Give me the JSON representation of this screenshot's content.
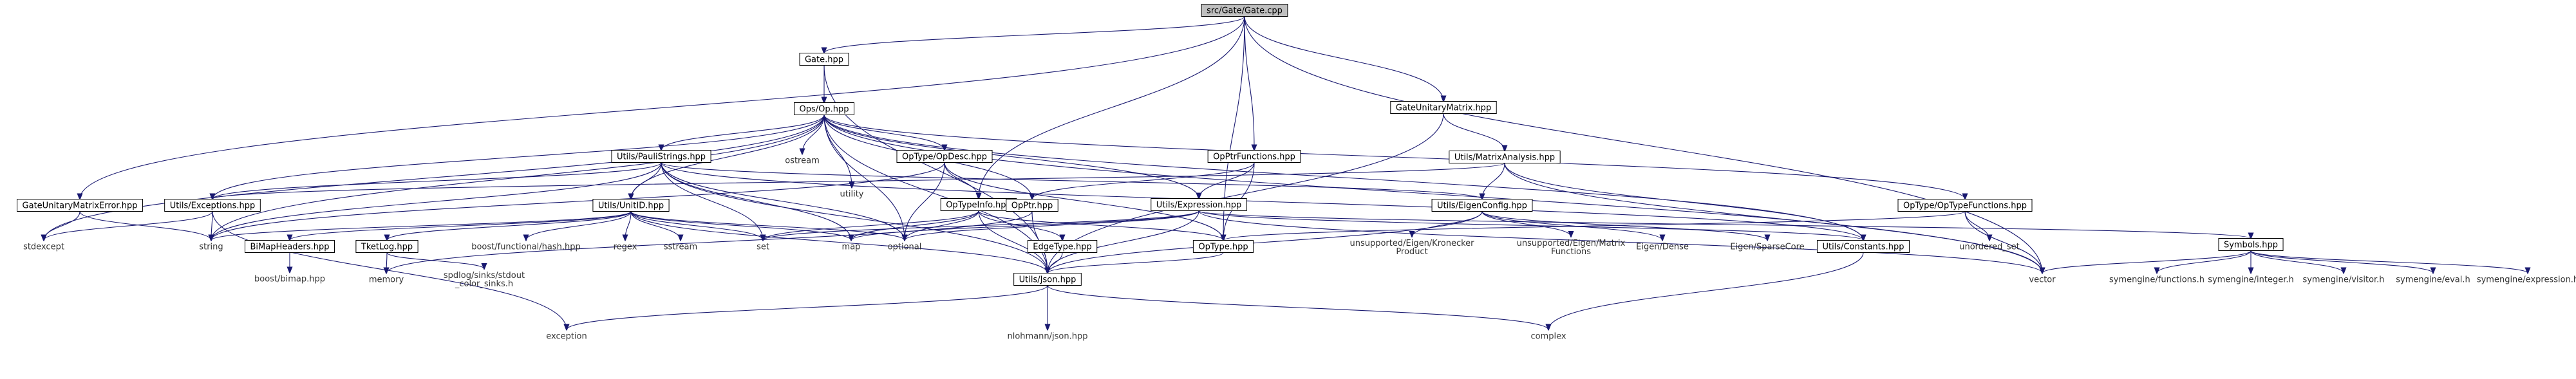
{
  "colors": {
    "edge": "#191970",
    "root_fill": "#bfbfbf",
    "error_stroke": "#ff0000"
  },
  "nodes": [
    {
      "id": "gate_cpp",
      "lines": [
        "src/Gate/Gate.cpp"
      ],
      "kind": "root"
    },
    {
      "id": "gate_hpp",
      "lines": [
        "Gate.hpp"
      ],
      "kind": "box"
    },
    {
      "id": "gate_unitary_matrix",
      "lines": [
        "GateUnitaryMatrix.hpp"
      ],
      "kind": "box"
    },
    {
      "id": "op_hpp",
      "lines": [
        "Ops/Op.hpp"
      ],
      "kind": "box"
    },
    {
      "id": "opptr_functions",
      "lines": [
        "OpPtrFunctions.hpp"
      ],
      "kind": "box"
    },
    {
      "id": "matrix_analysis",
      "lines": [
        "Utils/MatrixAnalysis.hpp"
      ],
      "kind": "box"
    },
    {
      "id": "gate_unitary_matrix_error",
      "lines": [
        "GateUnitaryMatrixError.hpp"
      ],
      "kind": "box"
    },
    {
      "id": "utils_exceptions",
      "lines": [
        "Utils/Exceptions.hpp"
      ],
      "kind": "box"
    },
    {
      "id": "pauli_strings",
      "lines": [
        "Utils/PauliStrings.hpp"
      ],
      "kind": "box"
    },
    {
      "id": "unit_id",
      "lines": [
        "Utils/UnitID.hpp"
      ],
      "kind": "box"
    },
    {
      "id": "ostream",
      "lines": [
        "ostream"
      ],
      "kind": "lib"
    },
    {
      "id": "utility",
      "lines": [
        "utility"
      ],
      "kind": "lib"
    },
    {
      "id": "op_desc",
      "lines": [
        "OpType/OpDesc.hpp"
      ],
      "kind": "box"
    },
    {
      "id": "op_type_info",
      "lines": [
        "OpTypeInfo.hpp"
      ],
      "kind": "box"
    },
    {
      "id": "op_ptr",
      "lines": [
        "OpPtr.hpp"
      ],
      "kind": "box"
    },
    {
      "id": "utils_expression",
      "lines": [
        "Utils/Expression.hpp"
      ],
      "kind": "box"
    },
    {
      "id": "eigen_config",
      "lines": [
        "Utils/EigenConfig.hpp"
      ],
      "kind": "box"
    },
    {
      "id": "op_type_functions",
      "lines": [
        "OpType/OpTypeFunctions.hpp"
      ],
      "kind": "box"
    },
    {
      "id": "stdexcept",
      "lines": [
        "stdexcept"
      ],
      "kind": "lib"
    },
    {
      "id": "string",
      "lines": [
        "string"
      ],
      "kind": "lib"
    },
    {
      "id": "bimap_headers",
      "lines": [
        "BiMapHeaders.hpp"
      ],
      "kind": "box"
    },
    {
      "id": "tket_log",
      "lines": [
        "TketLog.hpp"
      ],
      "kind": "error"
    },
    {
      "id": "boost_hash",
      "lines": [
        "boost/functional/hash.hpp"
      ],
      "kind": "lib"
    },
    {
      "id": "regex",
      "lines": [
        "regex"
      ],
      "kind": "lib"
    },
    {
      "id": "sstream",
      "lines": [
        "sstream"
      ],
      "kind": "lib"
    },
    {
      "id": "set",
      "lines": [
        "set"
      ],
      "kind": "lib"
    },
    {
      "id": "map",
      "lines": [
        "map"
      ],
      "kind": "lib"
    },
    {
      "id": "optional",
      "lines": [
        "optional"
      ],
      "kind": "lib"
    },
    {
      "id": "edge_type",
      "lines": [
        "EdgeType.hpp"
      ],
      "kind": "box"
    },
    {
      "id": "op_type",
      "lines": [
        "OpType.hpp"
      ],
      "kind": "box"
    },
    {
      "id": "eigen_kronecker",
      "lines": [
        "unsupported/Eigen/Kronecker",
        "Product"
      ],
      "kind": "lib"
    },
    {
      "id": "eigen_matrix_functions",
      "lines": [
        "unsupported/Eigen/Matrix",
        "Functions"
      ],
      "kind": "lib"
    },
    {
      "id": "eigen_dense",
      "lines": [
        "Eigen/Dense"
      ],
      "kind": "lib"
    },
    {
      "id": "eigen_sparse",
      "lines": [
        "Eigen/SparseCore"
      ],
      "kind": "lib"
    },
    {
      "id": "utils_constants",
      "lines": [
        "Utils/Constants.hpp"
      ],
      "kind": "box"
    },
    {
      "id": "unordered_set",
      "lines": [
        "unordered_set"
      ],
      "kind": "lib"
    },
    {
      "id": "symbols",
      "lines": [
        "Symbols.hpp"
      ],
      "kind": "box"
    },
    {
      "id": "boost_bimap",
      "lines": [
        "boost/bimap.hpp"
      ],
      "kind": "lib"
    },
    {
      "id": "memory",
      "lines": [
        "memory"
      ],
      "kind": "lib"
    },
    {
      "id": "spdlog",
      "lines": [
        "spdlog/sinks/stdout",
        "_color_sinks.h"
      ],
      "kind": "lib"
    },
    {
      "id": "utils_json",
      "lines": [
        "Utils/Json.hpp"
      ],
      "kind": "box"
    },
    {
      "id": "vector",
      "lines": [
        "vector"
      ],
      "kind": "lib"
    },
    {
      "id": "symengine_functions",
      "lines": [
        "symengine/functions.h"
      ],
      "kind": "lib"
    },
    {
      "id": "symengine_integer",
      "lines": [
        "symengine/integer.h"
      ],
      "kind": "lib"
    },
    {
      "id": "symengine_visitor",
      "lines": [
        "symengine/visitor.h"
      ],
      "kind": "lib"
    },
    {
      "id": "symengine_eval",
      "lines": [
        "symengine/eval.h"
      ],
      "kind": "lib"
    },
    {
      "id": "symengine_expression",
      "lines": [
        "symengine/expression.h"
      ],
      "kind": "lib"
    },
    {
      "id": "exception",
      "lines": [
        "exception"
      ],
      "kind": "lib"
    },
    {
      "id": "complex",
      "lines": [
        "complex"
      ],
      "kind": "lib"
    },
    {
      "id": "nlohmann_json",
      "lines": [
        "nlohmann/json.hpp"
      ],
      "kind": "lib"
    }
  ],
  "edges": [
    [
      "gate_cpp",
      "gate_hpp"
    ],
    [
      "gate_cpp",
      "gate_unitary_matrix"
    ],
    [
      "gate_cpp",
      "opptr_functions"
    ],
    [
      "gate_cpp",
      "gate_unitary_matrix_error"
    ],
    [
      "gate_cpp",
      "op_type_info"
    ],
    [
      "gate_cpp",
      "op_type"
    ],
    [
      "gate_cpp",
      "vector"
    ],
    [
      "gate_hpp",
      "op_hpp"
    ],
    [
      "gate_hpp",
      "utils_json"
    ],
    [
      "gate_unitary_matrix",
      "matrix_analysis"
    ],
    [
      "gate_unitary_matrix",
      "utils_json"
    ],
    [
      "op_hpp",
      "utils_exceptions"
    ],
    [
      "op_hpp",
      "pauli_strings"
    ],
    [
      "op_hpp",
      "unit_id"
    ],
    [
      "op_hpp",
      "ostream"
    ],
    [
      "op_hpp",
      "utility"
    ],
    [
      "op_hpp",
      "op_desc"
    ],
    [
      "op_hpp",
      "utils_expression"
    ],
    [
      "op_hpp",
      "op_type_functions"
    ],
    [
      "op_hpp",
      "utils_constants"
    ],
    [
      "op_hpp",
      "optional"
    ],
    [
      "op_hpp",
      "utils_json"
    ],
    [
      "op_hpp",
      "string"
    ],
    [
      "op_hpp",
      "stdexcept"
    ],
    [
      "op_hpp",
      "vector"
    ],
    [
      "op_hpp",
      "op_ptr"
    ],
    [
      "opptr_functions",
      "op_ptr"
    ],
    [
      "opptr_functions",
      "utils_expression"
    ],
    [
      "opptr_functions",
      "op_type"
    ],
    [
      "matrix_analysis",
      "eigen_config"
    ],
    [
      "matrix_analysis",
      "utils_constants"
    ],
    [
      "matrix_analysis",
      "vector"
    ],
    [
      "matrix_analysis",
      "utils_exceptions"
    ],
    [
      "gate_unitary_matrix_error",
      "stdexcept"
    ],
    [
      "gate_unitary_matrix_error",
      "string"
    ],
    [
      "utils_exceptions",
      "stdexcept"
    ],
    [
      "utils_exceptions",
      "string"
    ],
    [
      "utils_exceptions",
      "exception"
    ],
    [
      "pauli_strings",
      "unit_id"
    ],
    [
      "pauli_strings",
      "utils_constants"
    ],
    [
      "pauli_strings",
      "utils_json"
    ],
    [
      "pauli_strings",
      "map"
    ],
    [
      "pauli_strings",
      "set"
    ],
    [
      "pauli_strings",
      "string"
    ],
    [
      "pauli_strings",
      "eigen_config"
    ],
    [
      "pauli_strings",
      "utils_exceptions"
    ],
    [
      "pauli_strings",
      "optional"
    ],
    [
      "unit_id",
      "bimap_headers"
    ],
    [
      "unit_id",
      "tket_log"
    ],
    [
      "unit_id",
      "boost_hash"
    ],
    [
      "unit_id",
      "regex"
    ],
    [
      "unit_id",
      "sstream"
    ],
    [
      "unit_id",
      "set"
    ],
    [
      "unit_id",
      "map"
    ],
    [
      "unit_id",
      "optional"
    ],
    [
      "unit_id",
      "string"
    ],
    [
      "unit_id",
      "utils_json"
    ],
    [
      "op_desc",
      "op_type_info"
    ],
    [
      "op_desc",
      "op_type"
    ],
    [
      "op_desc",
      "optional"
    ],
    [
      "op_desc",
      "string"
    ],
    [
      "op_type_info",
      "edge_type"
    ],
    [
      "op_type_info",
      "op_type"
    ],
    [
      "op_type_info",
      "map"
    ],
    [
      "op_type_info",
      "set"
    ],
    [
      "op_type_info",
      "optional"
    ],
    [
      "op_type_info",
      "utils_json"
    ],
    [
      "op_ptr",
      "memory"
    ],
    [
      "op_ptr",
      "utils_json"
    ],
    [
      "utils_expression",
      "symbols"
    ],
    [
      "utils_expression",
      "utils_constants"
    ],
    [
      "utils_expression",
      "map"
    ],
    [
      "utils_expression",
      "optional"
    ],
    [
      "utils_expression",
      "set"
    ],
    [
      "utils_expression",
      "utils_json"
    ],
    [
      "utils_expression",
      "vector"
    ],
    [
      "eigen_config",
      "eigen_kronecker"
    ],
    [
      "eigen_config",
      "eigen_matrix_functions"
    ],
    [
      "eigen_config",
      "eigen_dense"
    ],
    [
      "eigen_config",
      "eigen_sparse"
    ],
    [
      "eigen_config",
      "utils_json"
    ],
    [
      "op_type_functions",
      "op_type"
    ],
    [
      "op_type_functions",
      "unordered_set"
    ],
    [
      "op_type_functions",
      "vector"
    ],
    [
      "bimap_headers",
      "boost_bimap"
    ],
    [
      "tket_log",
      "memory"
    ],
    [
      "tket_log",
      "spdlog"
    ],
    [
      "edge_type",
      "utils_json"
    ],
    [
      "op_type",
      "utils_json"
    ],
    [
      "utils_constants",
      "complex"
    ],
    [
      "symbols",
      "symengine_functions"
    ],
    [
      "symbols",
      "symengine_integer"
    ],
    [
      "symbols",
      "symengine_visitor"
    ],
    [
      "symbols",
      "symengine_eval"
    ],
    [
      "symbols",
      "symengine_expression"
    ],
    [
      "symbols",
      "vector"
    ],
    [
      "utils_json",
      "exception"
    ],
    [
      "utils_json",
      "complex"
    ],
    [
      "utils_json",
      "nlohmann_json"
    ]
  ]
}
